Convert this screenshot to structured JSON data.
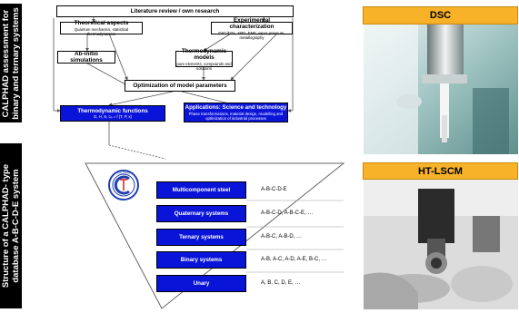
{
  "left_labels": {
    "top": [
      "CALPHAD assessment for",
      "binary and ternary systems"
    ],
    "bottom": [
      "Structure of a CALPHAD- type",
      "database A-B-C-D-E system"
    ]
  },
  "top_diagram": {
    "literature": "Literature review / own research",
    "theoretical": {
      "title": "Theoretical aspects",
      "subtitle": "Quantum mechanics, statistical thermodynamics"
    },
    "experimental": {
      "title": "Experimental characterization",
      "subtitle": "DSC/DTA, XRD, EMF, vapor pressure, metallography"
    },
    "ab_initio": "Ab-initio simulations",
    "thermo_models": {
      "title": "Thermodynamic models",
      "subtitle": "pure elements, compounds and solutions"
    },
    "optimization": "Optimization of model parameters",
    "thermo_functions": {
      "title": "Thermodynamic functions",
      "subtitle": "G, H, S, cₚ = f (T, P, x)"
    },
    "applications": {
      "title": "Applications: Science and technology",
      "subtitle": "Phase transformations, material design, modelling and optimization of industrial processes"
    }
  },
  "database": {
    "levels": [
      {
        "label": "Multicomponent steel",
        "systems": "A-B-C-D-E"
      },
      {
        "label": "Quaternary systems",
        "systems": "A-B-C-D, A-B-C-E, …"
      },
      {
        "label": "Ternary systems",
        "systems": "A-B-C, A-B-D, …"
      },
      {
        "label": "Binary systems",
        "systems": "A-B, A-C, A-D, A-E, B-C, …"
      },
      {
        "label": "Unary",
        "systems": "A, B, C, D, E, …"
      }
    ]
  },
  "panels": [
    {
      "title": "DSC",
      "photo_icon": "dsc-instrument-photo"
    },
    {
      "title": "HT-LSCM",
      "photo_icon": "microscope-photo"
    }
  ],
  "colors": {
    "blue_box": "#0a14d8",
    "panel_title": "#f7b22a"
  }
}
